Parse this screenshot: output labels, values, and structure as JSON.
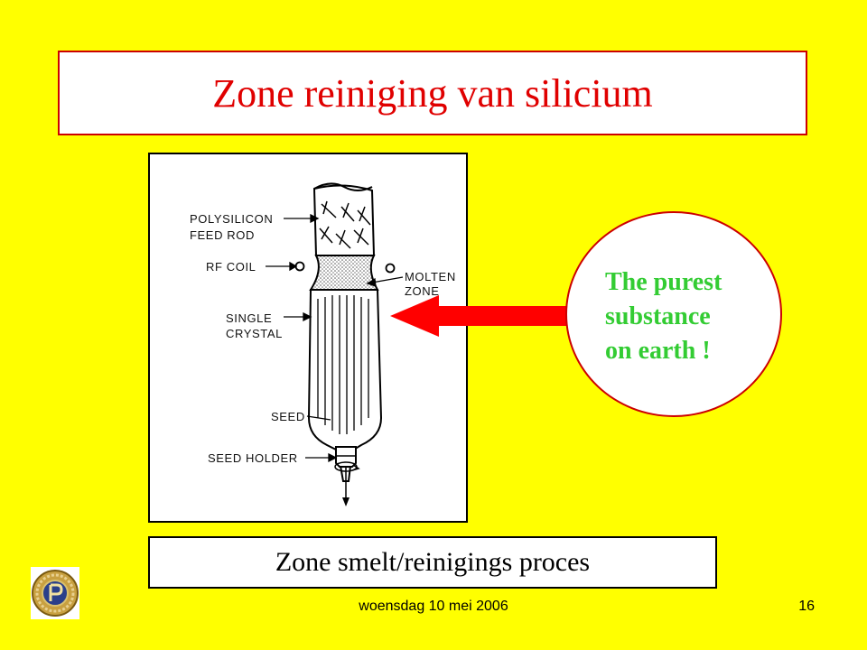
{
  "slide": {
    "title": "Zone reiniging van silicium",
    "caption": "Zone smelt/reinigings proces",
    "footer_date": "woensdag 10 mei 2006",
    "slide_number": "16"
  },
  "diagram": {
    "labels": {
      "feed_rod_1": "POLYSILICON",
      "feed_rod_2": "FEED ROD",
      "rf_coil": "RF COIL",
      "molten_1": "MOLTEN",
      "molten_2": "ZONE",
      "crystal_1": "SINGLE",
      "crystal_2": "CRYSTAL",
      "seed": "SEED",
      "seed_holder": "SEED HOLDER"
    }
  },
  "callout": {
    "lines": [
      "The purest",
      "substance",
      "on earth !"
    ]
  },
  "colors": {
    "background": "#ffff00",
    "title": "#e00000",
    "arrow": "#ff0000",
    "callout_text": "#33cc33",
    "border_red": "#cc0000"
  },
  "icons": {
    "logo": "circular-medallion-logo"
  }
}
